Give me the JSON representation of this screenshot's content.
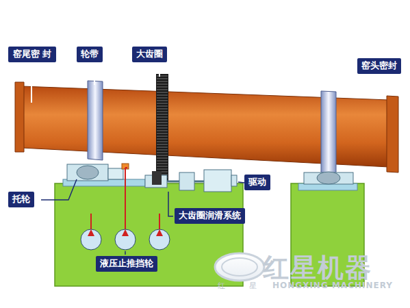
{
  "diagram": {
    "nodes": [
      {
        "text": [
          "窑尾密 封"
        ]
      },
      {
        "text": [
          "轮带"
        ]
      },
      {
        "text": [
          "大齿圈"
        ]
      },
      {
        "text": [
          "窑头密封"
        ]
      },
      {
        "text": [
          "驱动"
        ]
      },
      {
        "text": [
          "托轮"
        ]
      },
      {
        "text": [
          "大齿圈润滑系统"
        ]
      },
      {
        "text": [
          "液压止推挡轮"
        ]
      }
    ],
    "labels": [
      "红星机器",
      "红 星",
      "HONGXING MACHINERY"
    ]
  }
}
